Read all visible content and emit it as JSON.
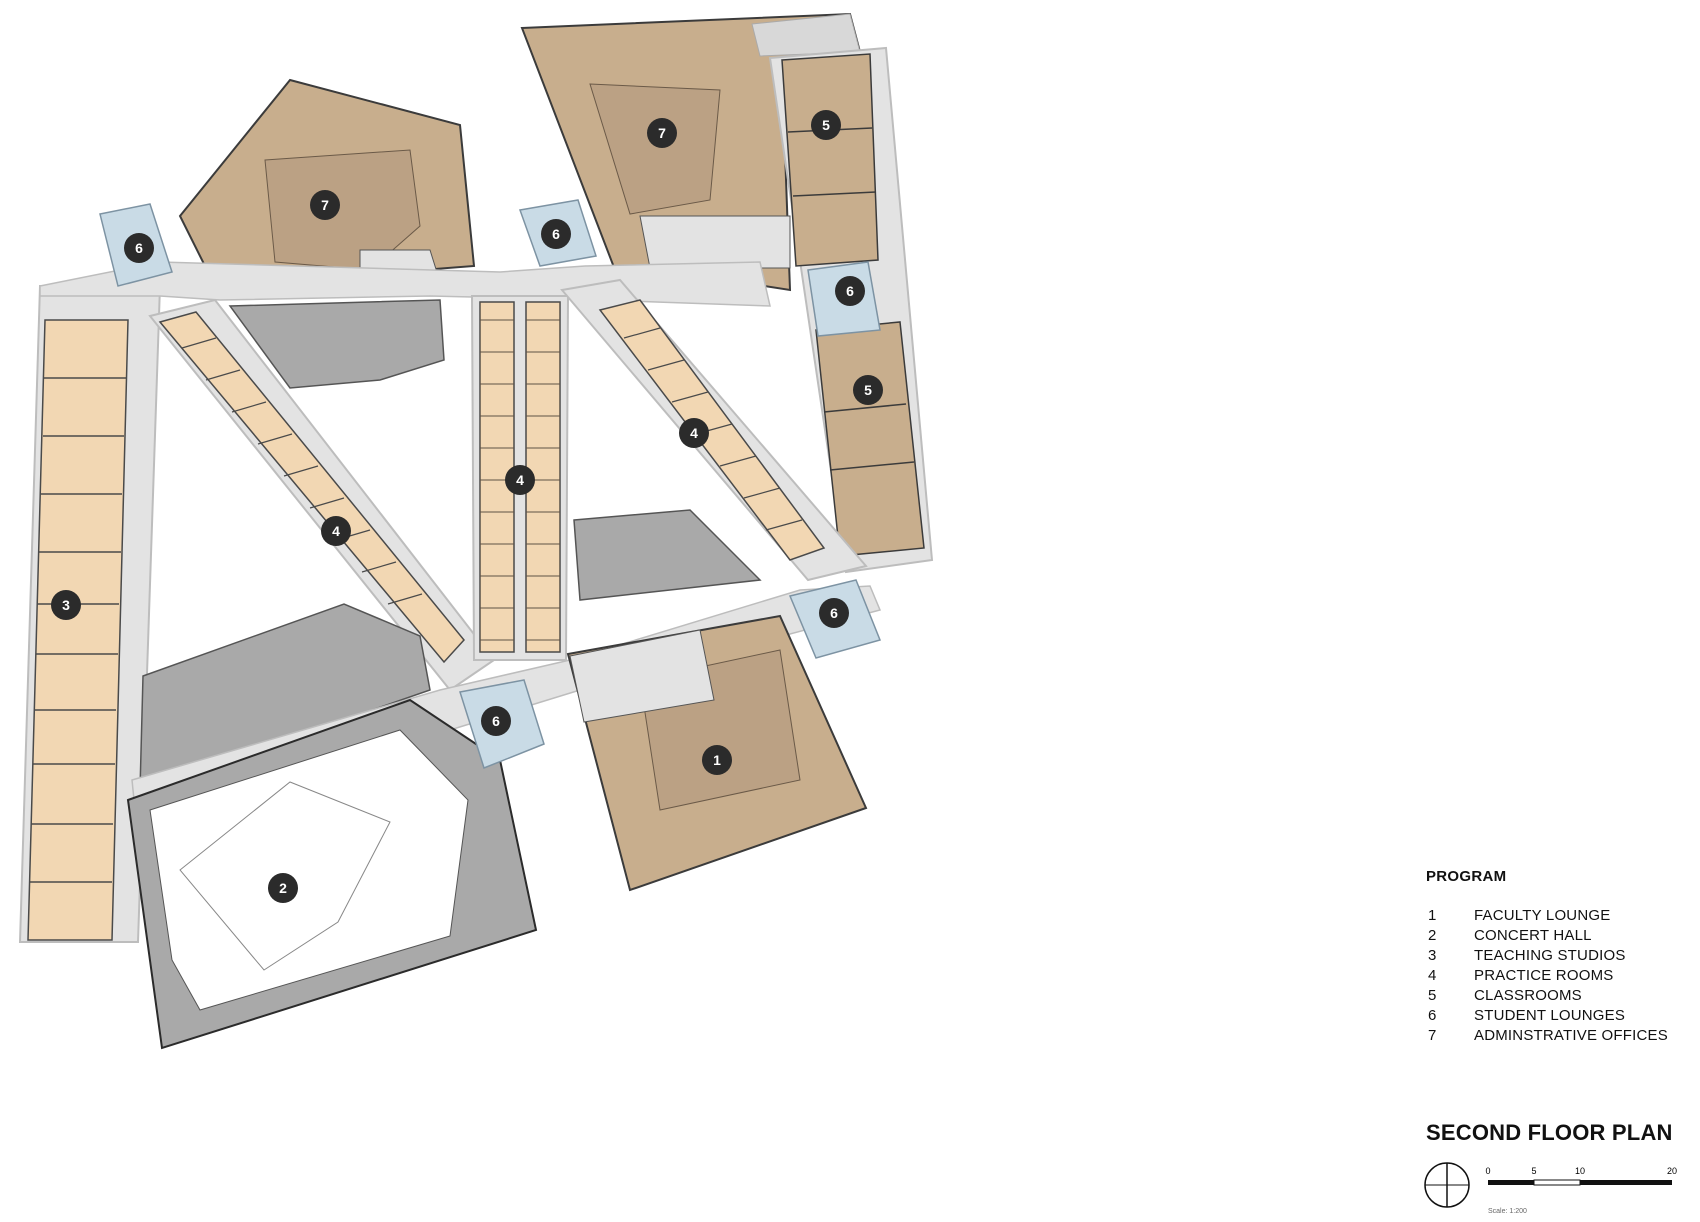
{
  "badges": {
    "one": "1",
    "two": "2",
    "three": "3",
    "four": "4",
    "five": "5",
    "six": "6",
    "seven": "7"
  },
  "legend": {
    "title": "PROGRAM",
    "items": [
      {
        "num": "1",
        "label": "FACULTY LOUNGE"
      },
      {
        "num": "2",
        "label": "CONCERT HALL"
      },
      {
        "num": "3",
        "label": "TEACHING STUDIOS"
      },
      {
        "num": "4",
        "label": "PRACTICE ROOMS"
      },
      {
        "num": "5",
        "label": "CLASSROOMS"
      },
      {
        "num": "6",
        "label": "STUDENT LOUNGES"
      },
      {
        "num": "7",
        "label": "ADMINSTRATIVE OFFICES"
      }
    ]
  },
  "plan_title": "SECOND FLOOR PLAN",
  "scale": {
    "ticks": [
      "0",
      "5",
      "10",
      "20"
    ],
    "note": "Scale: 1:200"
  },
  "colors": {
    "corridor": "#e3e3e3",
    "corridor_edge": "#bdbdbd",
    "tan": "#c8ae8d",
    "light_tan": "#f2d7b3",
    "blue": "#c9dbe6",
    "gray": "#a9a9a9",
    "dark": "#2b2b2b",
    "hall_floor": "#ffffff"
  }
}
